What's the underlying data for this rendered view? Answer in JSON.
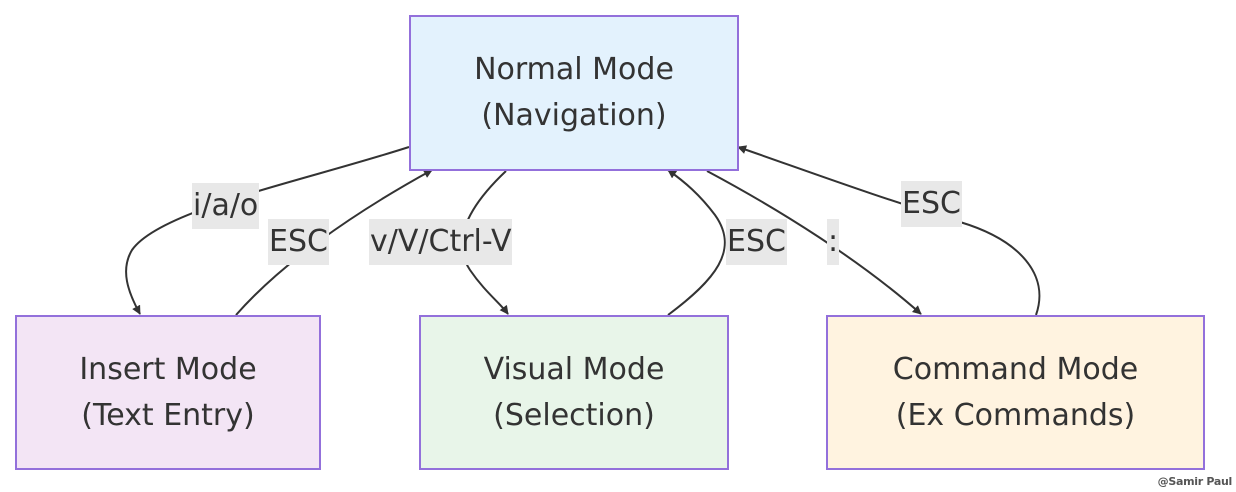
{
  "nodes": {
    "normal": {
      "line1": "Normal Mode",
      "line2": "(Navigation)",
      "fill": "#E3F2FD"
    },
    "insert": {
      "line1": "Insert Mode",
      "line2": "(Text Entry)",
      "fill": "#F3E5F5"
    },
    "visual": {
      "line1": "Visual Mode",
      "line2": "(Selection)",
      "fill": "#E8F5E9"
    },
    "command": {
      "line1": "Command Mode",
      "line2": "(Ex Commands)",
      "fill": "#FFF3E0"
    }
  },
  "edges": {
    "normal_to_insert": "i/a/o",
    "insert_to_normal": "ESC",
    "normal_to_visual": "v/V/Ctrl-V",
    "visual_to_normal": "ESC",
    "normal_to_command": ":",
    "command_to_normal": "ESC"
  },
  "colors": {
    "node_border": "#9370DB",
    "edge_stroke": "#333333",
    "label_bg": "#e8e8e8"
  },
  "watermark": "@Samir Paul"
}
